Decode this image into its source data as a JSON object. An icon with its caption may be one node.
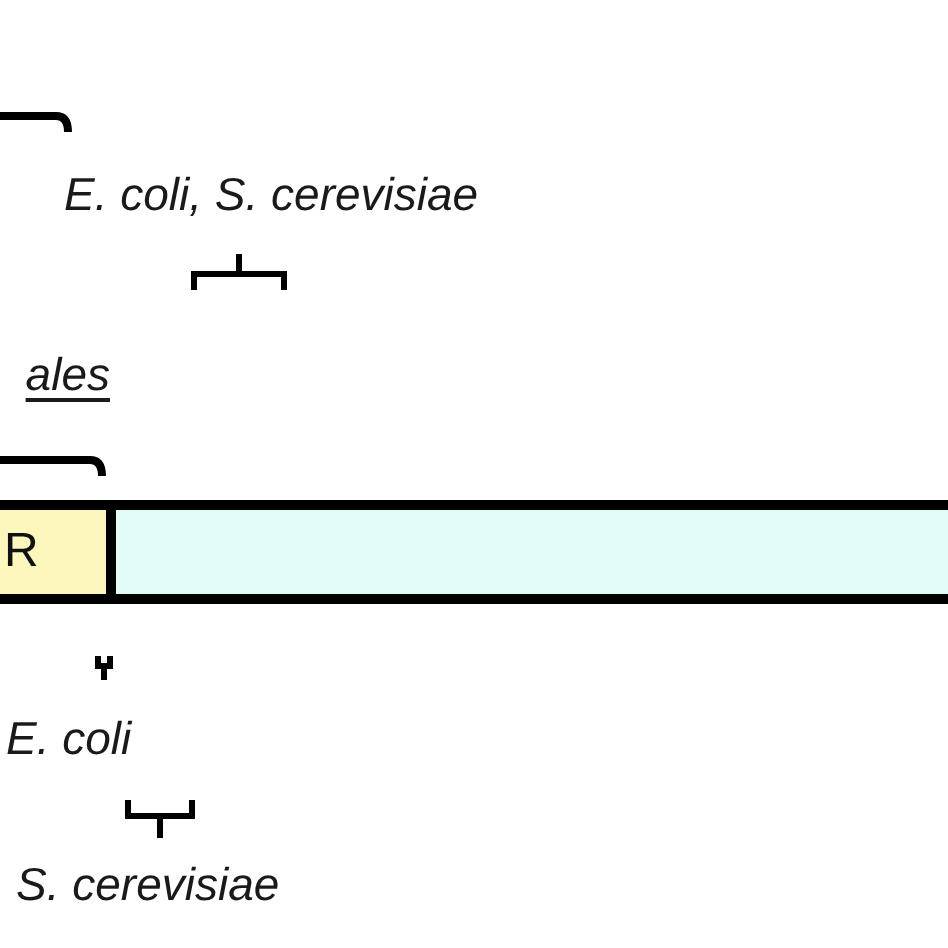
{
  "diagram": {
    "nodes": [
      {
        "text": [
          "R"
        ]
      },
      {
        "text": [],
        "shape": "box"
      }
    ],
    "labels": [
      "E. coli, S. cerevisiae",
      "ales",
      "E. coli",
      "S. cerevisiae"
    ]
  }
}
